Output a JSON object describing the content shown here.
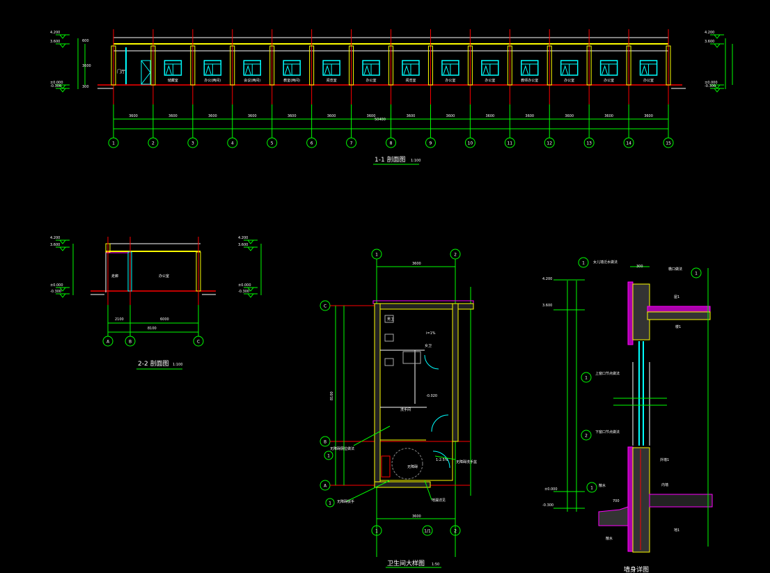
{
  "colors": {
    "background": "#000000",
    "axis": "#ff0000",
    "dimension": "#00ff00",
    "wall": "#ffff00",
    "window": "#00ffff",
    "outline": "#ffffff",
    "insulation": "#ff00ff"
  },
  "section_1_1": {
    "title": "1-1 剖面图",
    "scale": "1:100",
    "axes": [
      "1",
      "2",
      "3",
      "4",
      "5",
      "6",
      "7",
      "8",
      "9",
      "10",
      "11",
      "12",
      "13",
      "14",
      "15"
    ],
    "bay_dims": [
      "3600",
      "3600",
      "3600",
      "3600",
      "3600",
      "3600",
      "3600",
      "3600",
      "3600",
      "3600",
      "3600",
      "3600",
      "3600",
      "3600"
    ],
    "total_dim": "50400",
    "door_label": "门厅",
    "rooms": [
      "储藏室",
      "办公(两间)",
      "会议(两间)",
      "教室(两间)",
      "阅览室",
      "办公室",
      "阅览室",
      "办公室",
      "办公室",
      "教师办公室",
      "办公室",
      "办公室",
      "办公室"
    ],
    "elev_left": [
      "4.200",
      "3.600",
      "±0.000",
      "-0.300"
    ],
    "elev_right": [
      "4.200",
      "3.600",
      "±0.000",
      "-0.300"
    ],
    "height_dims": [
      "600",
      "3600",
      "300"
    ]
  },
  "section_2_2": {
    "title": "2-2 剖面图",
    "scale": "1:100",
    "axes": [
      "A",
      "B",
      "C"
    ],
    "dims": [
      "2100",
      "6000"
    ],
    "total_dim": "8100",
    "rooms": [
      "走廊",
      "办公室"
    ],
    "elev_left": [
      "4.200",
      "3.600",
      "±0.000",
      "-0.300"
    ],
    "elev_right": [
      "4.200",
      "3.600",
      "±0.000",
      "-0.300"
    ]
  },
  "bathroom_plan": {
    "title": "卫生间大样图",
    "scale": "1:50",
    "axes_top": [
      "1",
      "2"
    ],
    "axes_bottom": [
      "1",
      "1/1",
      "2"
    ],
    "axes_side": [
      "C",
      "B",
      "A"
    ],
    "top_dim": "3600",
    "bottom_dim": "3600",
    "side_dim": "8100",
    "labels": [
      "男卫",
      "女卫",
      "无障碍",
      "洗手间",
      "i=1%",
      "-0.020",
      "1:2.5%"
    ],
    "callouts": [
      "无障碍厕位做法",
      "无障碍扶手",
      "地漏详见",
      "无障碍洗手盆"
    ]
  },
  "wall_detail": {
    "title": "墙身详图",
    "elevations": [
      "4.200",
      "3.600",
      "±0.000",
      "-0.300"
    ],
    "callouts": [
      "女儿墙泛水做法",
      "檐口做法",
      "上窗口节点做法",
      "下窗口节点做法",
      "散水"
    ],
    "labels": [
      "屋1",
      "楼1",
      "外墙1",
      "内墙",
      "地1",
      "散水",
      "300",
      "700"
    ]
  }
}
